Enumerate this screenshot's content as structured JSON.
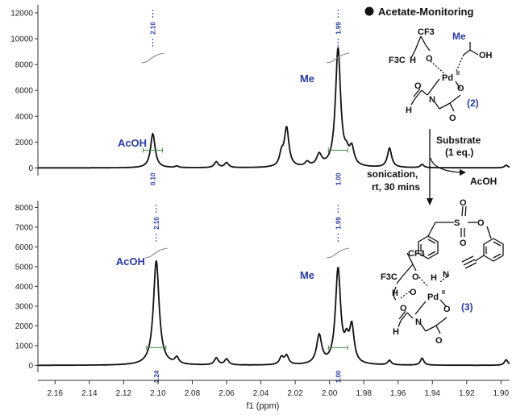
{
  "chart_data": {
    "type": "line",
    "legend": "Acetate-Monitoring",
    "xlabel": "f1 (ppm)",
    "xlim": [
      2.17,
      1.895
    ],
    "x_reversed": true,
    "x_ticks": [
      "2.16",
      "2.14",
      "2.12",
      "2.10",
      "2.08",
      "2.06",
      "2.04",
      "2.02",
      "2.00",
      "1.98",
      "1.96",
      "1.94",
      "1.92",
      "1.90"
    ],
    "panels": [
      {
        "name": "top",
        "ylim": [
          -600,
          12500
        ],
        "y_ticks": [
          "0",
          "2000",
          "4000",
          "6000",
          "8000",
          "10000",
          "12000"
        ],
        "peaks": [
          {
            "x": 2.103,
            "height": 2650,
            "width": 0.0016
          },
          {
            "x": 2.089,
            "height": 120,
            "width": 0.0012
          },
          {
            "x": 2.066,
            "height": 450,
            "width": 0.0014
          },
          {
            "x": 2.06,
            "height": 380,
            "width": 0.0014
          },
          {
            "x": 2.028,
            "height": 900,
            "width": 0.0014
          },
          {
            "x": 2.025,
            "height": 3000,
            "width": 0.0016
          },
          {
            "x": 2.013,
            "height": 350,
            "width": 0.0015
          },
          {
            "x": 2.006,
            "height": 900,
            "width": 0.0018
          },
          {
            "x": 1.995,
            "height": 9200,
            "width": 0.0018
          },
          {
            "x": 1.99,
            "height": 700,
            "width": 0.0015
          },
          {
            "x": 1.987,
            "height": 1300,
            "width": 0.0016
          },
          {
            "x": 1.965,
            "height": 1500,
            "width": 0.0015
          },
          {
            "x": 1.946,
            "height": 250,
            "width": 0.0012
          },
          {
            "x": 1.897,
            "height": 200,
            "width": 0.0012
          }
        ],
        "integrals": [
          {
            "x": 2.103,
            "value": "2.10"
          },
          {
            "x": 1.995,
            "value": "1.99"
          }
        ],
        "integral_regions": [
          {
            "x": 2.103,
            "value": "0.10"
          },
          {
            "x": 1.995,
            "value": "1.00"
          }
        ],
        "labels": [
          {
            "text": "AcOH",
            "x": 2.115
          },
          {
            "text": "Me",
            "x": 2.013
          }
        ]
      },
      {
        "name": "bottom",
        "ylim": [
          -350,
          8300
        ],
        "y_ticks": [
          "0",
          "1000",
          "2000",
          "3000",
          "4000",
          "5000",
          "6000",
          "7000",
          "8000"
        ],
        "peaks": [
          {
            "x": 2.101,
            "height": 5300,
            "width": 0.002
          },
          {
            "x": 2.089,
            "height": 320,
            "width": 0.0014
          },
          {
            "x": 2.066,
            "height": 350,
            "width": 0.0014
          },
          {
            "x": 2.06,
            "height": 300,
            "width": 0.0014
          },
          {
            "x": 2.028,
            "height": 380,
            "width": 0.0014
          },
          {
            "x": 2.025,
            "height": 450,
            "width": 0.0014
          },
          {
            "x": 2.006,
            "height": 1450,
            "width": 0.0018
          },
          {
            "x": 1.995,
            "height": 4800,
            "width": 0.0018
          },
          {
            "x": 1.99,
            "height": 900,
            "width": 0.0015
          },
          {
            "x": 1.987,
            "height": 1800,
            "width": 0.0016
          },
          {
            "x": 1.965,
            "height": 230,
            "width": 0.0012
          },
          {
            "x": 1.946,
            "height": 350,
            "width": 0.0012
          },
          {
            "x": 1.897,
            "height": 280,
            "width": 0.0012
          }
        ],
        "integrals": [
          {
            "x": 2.101,
            "value": "2.10"
          },
          {
            "x": 1.995,
            "value": "1.99"
          }
        ],
        "integral_regions": [
          {
            "x": 2.101,
            "value": "1.24"
          },
          {
            "x": 1.995,
            "value": "1.00"
          }
        ],
        "labels": [
          {
            "text": "AcOH",
            "x": 2.116
          },
          {
            "text": "Me",
            "x": 2.013
          }
        ]
      }
    ]
  },
  "annotations": {
    "substrate_line1": "Substrate",
    "substrate_line2": "(1 eq.)",
    "acoh_release": "AcOH",
    "conditions_line1": "sonication,",
    "conditions_line2": "rt, 30 mins"
  },
  "complex2": {
    "label": "(2)",
    "me": "Me",
    "oh": "OH",
    "cf3": "CF3",
    "f3c": "F3C",
    "h": "H",
    "o": "O",
    "pd": "Pd",
    "pd_ox": "II",
    "n": "N"
  },
  "complex3": {
    "label": "(3)",
    "s": "S",
    "o": "O",
    "cf3": "CF3",
    "f3c": "F3C",
    "h": "H",
    "n": "N",
    "pd": "Pd",
    "pd_ox": "II"
  }
}
